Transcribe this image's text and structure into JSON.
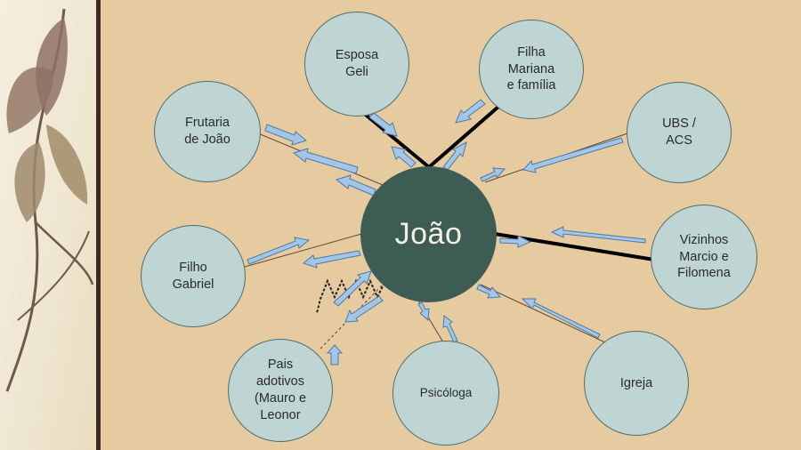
{
  "diagram": {
    "center": {
      "label": "João"
    },
    "nodes": [
      {
        "id": "esposa",
        "label": "Esposa\nGeli"
      },
      {
        "id": "filha",
        "label": "Filha\nMariana\ne família"
      },
      {
        "id": "frutaria",
        "label": "Frutaria\nde João"
      },
      {
        "id": "ubs",
        "label": "UBS /\nACS"
      },
      {
        "id": "vizinhos",
        "label": "Vizinhos\nMarcio e\nFilomena"
      },
      {
        "id": "filho",
        "label": "Filho\nGabriel"
      },
      {
        "id": "igreja",
        "label": "Igreja"
      },
      {
        "id": "psicologa",
        "label": "Psicóloga"
      },
      {
        "id": "pais",
        "label": "Pais\nadotivos\n(Mauro e\nLeonor"
      }
    ]
  },
  "colors": {
    "background": "#e6cba0",
    "node_fill": "#bfd5d3",
    "center_fill": "#3d5c54",
    "arrow_fill": "#a3c6e6",
    "left_panel": "#f1ead8"
  }
}
